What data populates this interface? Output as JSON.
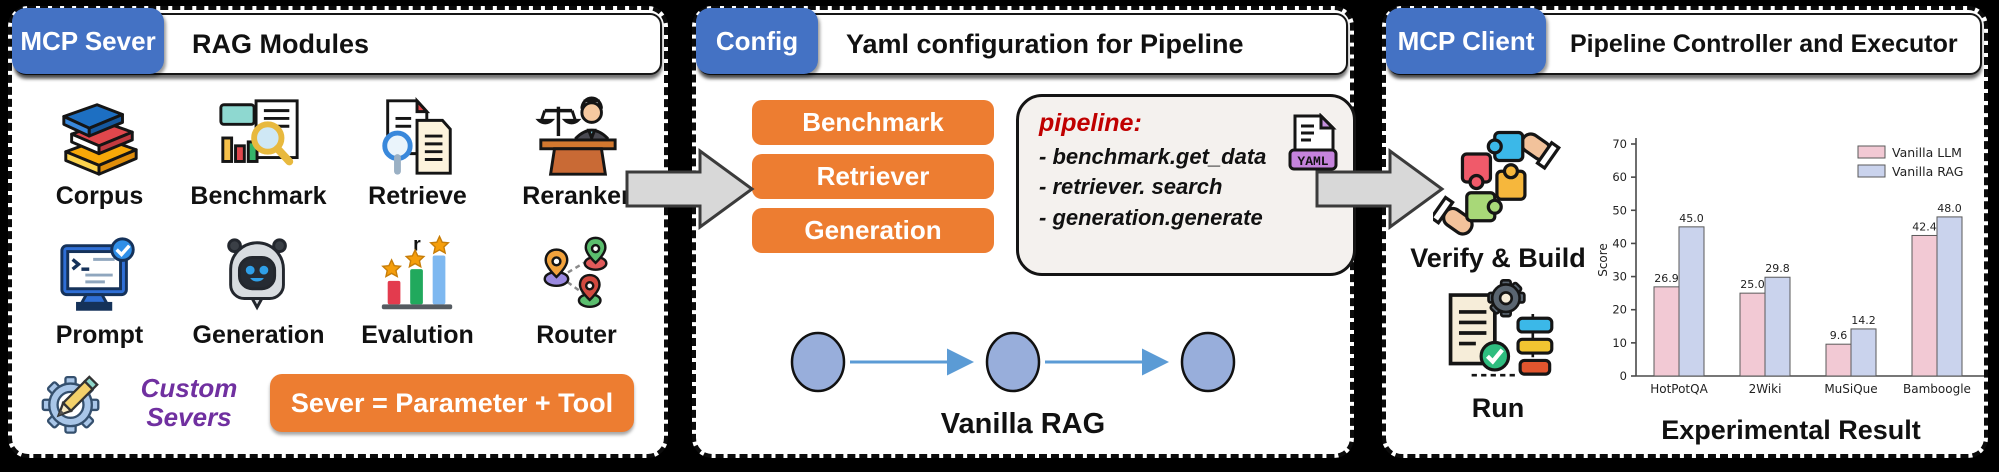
{
  "colors": {
    "badge_blue": "#4472C4",
    "accent_orange": "#ED7D31",
    "custom_purple": "#7030A0",
    "pipeline_red": "#C00000",
    "flow_circle_blue": "#98AEDB",
    "flow_arrow_blue": "#5B9BD5",
    "bar_llm_pink": "#F2C9D4",
    "bar_rag_lavender": "#CAD3ED"
  },
  "panels": {
    "server": {
      "badge": "MCP Sever",
      "title": "RAG Modules",
      "modules": [
        {
          "label": "Corpus",
          "icon": "books-stack-icon"
        },
        {
          "label": "Benchmark",
          "icon": "chart-magnifier-icon"
        },
        {
          "label": "Retrieve",
          "icon": "document-search-icon"
        },
        {
          "label": "Reranker",
          "icon": "judge-scales-icon"
        },
        {
          "label": "Prompt",
          "icon": "terminal-monitor-icon"
        },
        {
          "label": "Generation",
          "icon": "robot-icon"
        },
        {
          "label": "Evalution",
          "icon": "bar-chart-stars-icon",
          "overlay_text": "r"
        },
        {
          "label": "Router",
          "icon": "map-pins-icon"
        }
      ],
      "custom_label": "Custom Severs",
      "formula_button": "Sever = Parameter + Tool"
    },
    "config": {
      "badge": "Config",
      "title": "Yaml configuration for Pipeline",
      "buttons": [
        "Benchmark",
        "Retriever",
        "Generation"
      ],
      "pipeline": {
        "header": "pipeline:",
        "lines": [
          "- benchmark.get_data",
          "- retriever. search",
          "- generation.generate"
        ],
        "file_badge": "YAML"
      },
      "flow_label": "Vanilla RAG"
    },
    "client": {
      "badge": "MCP Client",
      "title": "Pipeline Controller and Executor",
      "verify_label": "Verify & Build",
      "run_label": "Run",
      "chart_caption": "Experimental Result"
    }
  },
  "chart_data": {
    "type": "bar",
    "categories": [
      "HotPotQA",
      "2Wiki",
      "MuSiQue",
      "Bamboogle"
    ],
    "series": [
      {
        "name": "Vanilla LLM",
        "color": "#F2C9D4",
        "values": [
          26.9,
          25.0,
          9.6,
          42.4
        ]
      },
      {
        "name": "Vanilla RAG",
        "color": "#CAD3ED",
        "values": [
          45.0,
          29.8,
          14.2,
          48.0
        ]
      }
    ],
    "title": "",
    "xlabel": "",
    "ylabel": "Score",
    "ylim": [
      0,
      70
    ],
    "yticks": [
      0,
      10,
      20,
      30,
      40,
      50,
      60,
      70
    ],
    "legend_position": "upper right",
    "grid": false
  }
}
